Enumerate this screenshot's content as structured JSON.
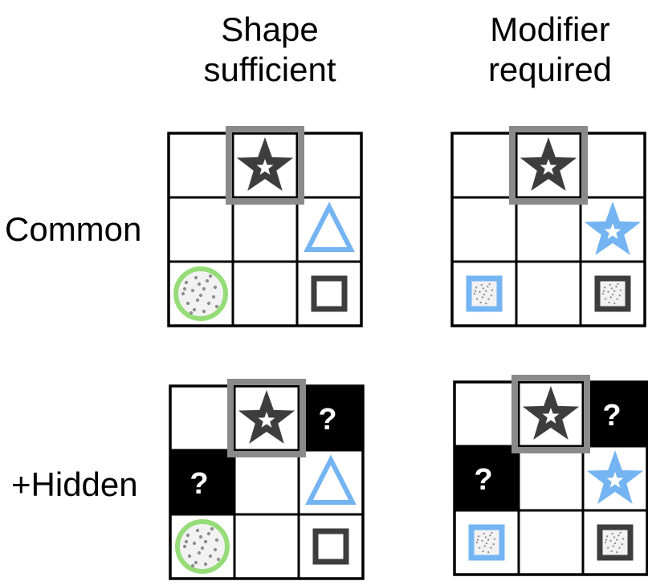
{
  "columns": [
    {
      "title_line1": "Shape",
      "title_line2": "sufficient"
    },
    {
      "title_line1": "Modifier",
      "title_line2": "required"
    }
  ],
  "rows": [
    {
      "label": "Common"
    },
    {
      "label": "+Hidden"
    }
  ],
  "hidden_symbol": "?",
  "colors": {
    "grid": "#000000",
    "target_frame": "#8a8a8a",
    "dark_shape": "#3d3d3d",
    "blue_shape": "#74b4f2",
    "green_shape": "#96dc78",
    "speckle": "#8c8c8c",
    "speckle_fill": "#f2f2f2",
    "hidden_cell": "#000000"
  },
  "boards": [
    {
      "name": "shape-sufficient-common",
      "cells": [
        {
          "row": 0,
          "col": 1,
          "shape": "star",
          "color": "dark",
          "target": true
        },
        {
          "row": 1,
          "col": 2,
          "shape": "triangle",
          "color": "blue"
        },
        {
          "row": 2,
          "col": 0,
          "shape": "circle-speckled",
          "color": "green"
        },
        {
          "row": 2,
          "col": 2,
          "shape": "square",
          "color": "dark"
        }
      ]
    },
    {
      "name": "modifier-required-common",
      "cells": [
        {
          "row": 0,
          "col": 1,
          "shape": "star",
          "color": "dark",
          "target": true
        },
        {
          "row": 1,
          "col": 2,
          "shape": "star",
          "color": "blue"
        },
        {
          "row": 2,
          "col": 0,
          "shape": "square-speckled",
          "color": "blue"
        },
        {
          "row": 2,
          "col": 2,
          "shape": "square-speckled",
          "color": "dark"
        }
      ]
    },
    {
      "name": "shape-sufficient-hidden",
      "cells": [
        {
          "row": 0,
          "col": 1,
          "shape": "star",
          "color": "dark",
          "target": true
        },
        {
          "row": 0,
          "col": 2,
          "shape": "hidden"
        },
        {
          "row": 1,
          "col": 0,
          "shape": "hidden"
        },
        {
          "row": 1,
          "col": 2,
          "shape": "triangle",
          "color": "blue"
        },
        {
          "row": 2,
          "col": 0,
          "shape": "circle-speckled",
          "color": "green"
        },
        {
          "row": 2,
          "col": 2,
          "shape": "square",
          "color": "dark"
        }
      ]
    },
    {
      "name": "modifier-required-hidden",
      "cells": [
        {
          "row": 0,
          "col": 1,
          "shape": "star",
          "color": "dark",
          "target": true
        },
        {
          "row": 0,
          "col": 2,
          "shape": "hidden"
        },
        {
          "row": 1,
          "col": 0,
          "shape": "hidden"
        },
        {
          "row": 1,
          "col": 2,
          "shape": "star",
          "color": "blue"
        },
        {
          "row": 2,
          "col": 0,
          "shape": "square-speckled",
          "color": "blue"
        },
        {
          "row": 2,
          "col": 2,
          "shape": "square-speckled",
          "color": "dark"
        }
      ]
    }
  ]
}
